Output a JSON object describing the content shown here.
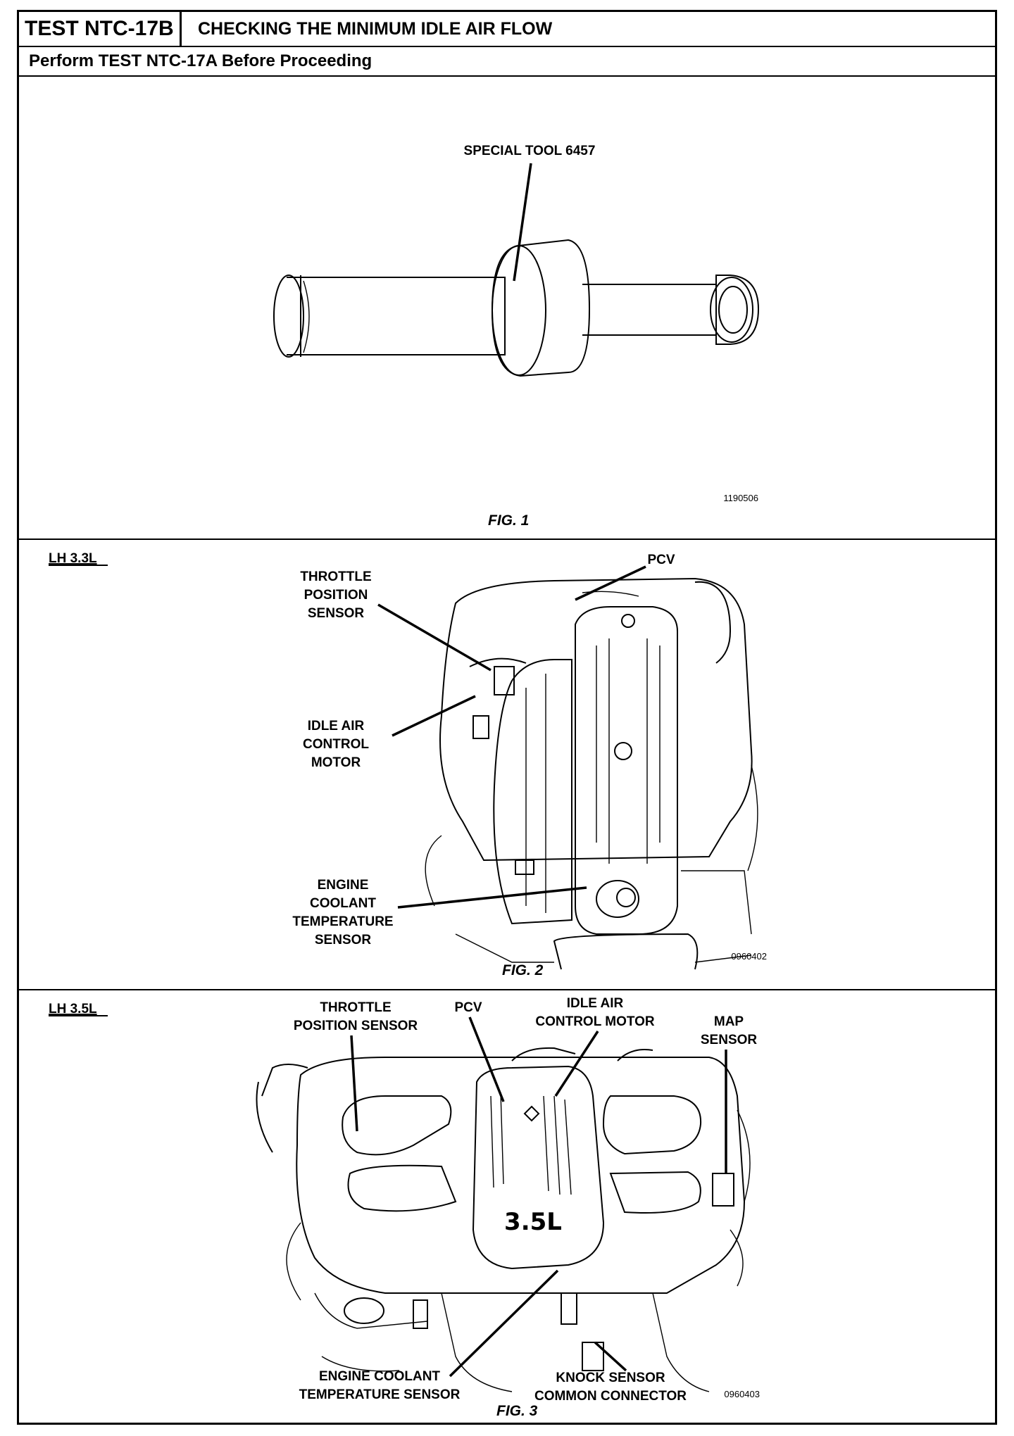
{
  "header": {
    "test_id": "TEST NTC-17B",
    "test_title": "CHECKING THE MINIMUM IDLE AIR FLOW",
    "prerequisite": "Perform TEST NTC-17A Before Proceeding"
  },
  "fig1": {
    "label_tool": "SPECIAL TOOL 6457",
    "code": "1190506",
    "caption": "FIG. 1"
  },
  "fig2": {
    "section": "LH 3.3L",
    "tps": [
      "THROTTLE",
      "POSITION",
      "SENSOR"
    ],
    "pcv": "PCV",
    "iac": [
      "IDLE AIR",
      "CONTROL",
      "MOTOR"
    ],
    "ect": [
      "ENGINE",
      "COOLANT",
      "TEMPERATURE",
      "SENSOR"
    ],
    "code": "0960402",
    "caption": "FIG. 2"
  },
  "fig3": {
    "section": "LH 3.5L",
    "tps": [
      "THROTTLE",
      "POSITION SENSOR"
    ],
    "pcv": "PCV",
    "iac": [
      "IDLE AIR",
      "CONTROL MOTOR"
    ],
    "map": [
      "MAP",
      "SENSOR"
    ],
    "ect": [
      "ENGINE COOLANT",
      "TEMPERATURE SENSOR"
    ],
    "knock": [
      "KNOCK SENSOR",
      "COMMON CONNECTOR"
    ],
    "engine_badge": "3.5L",
    "code": "0960403",
    "caption": "FIG. 3"
  }
}
